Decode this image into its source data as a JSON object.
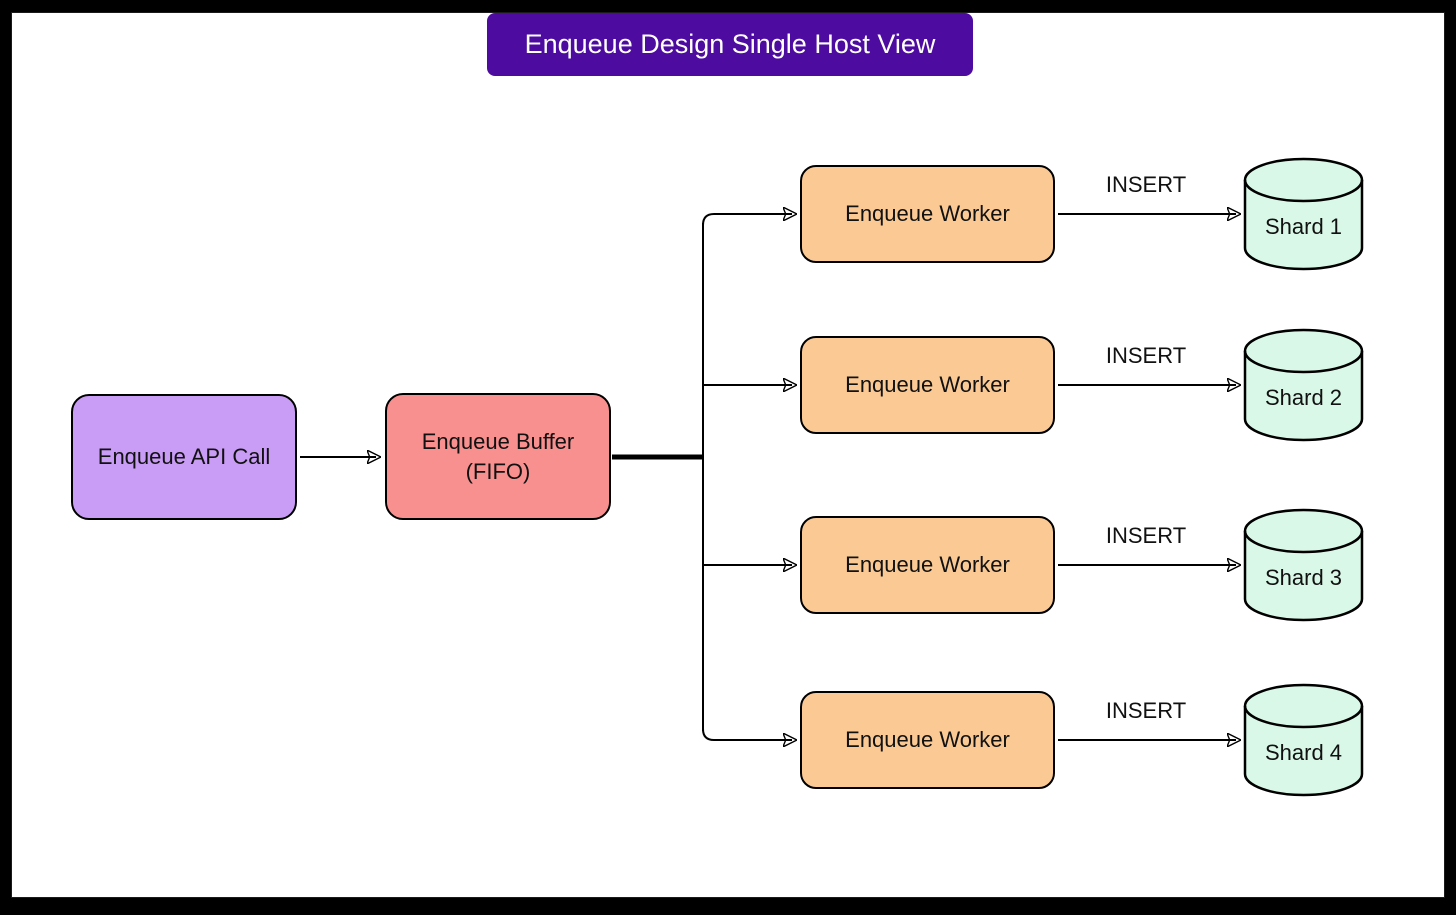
{
  "title": "Enqueue Design Single Host View",
  "nodes": {
    "api_call": "Enqueue API Call",
    "buffer_line1": "Enqueue Buffer",
    "buffer_line2": "(FIFO)"
  },
  "rows": [
    {
      "worker": "Enqueue Worker",
      "insert": "INSERT",
      "shard": "Shard 1"
    },
    {
      "worker": "Enqueue Worker",
      "insert": "INSERT",
      "shard": "Shard 2"
    },
    {
      "worker": "Enqueue Worker",
      "insert": "INSERT",
      "shard": "Shard 3"
    },
    {
      "worker": "Enqueue Worker",
      "insert": "INSERT",
      "shard": "Shard 4"
    }
  ],
  "colors": {
    "banner_bg": "#4D0BA0",
    "banner_text": "#FFFFFF",
    "api_box_fill": "#C99CF5",
    "buffer_box_fill": "#F89090",
    "worker_box_fill": "#FBCA94",
    "shard_fill": "#D9F8E7",
    "stroke": "#000000"
  }
}
